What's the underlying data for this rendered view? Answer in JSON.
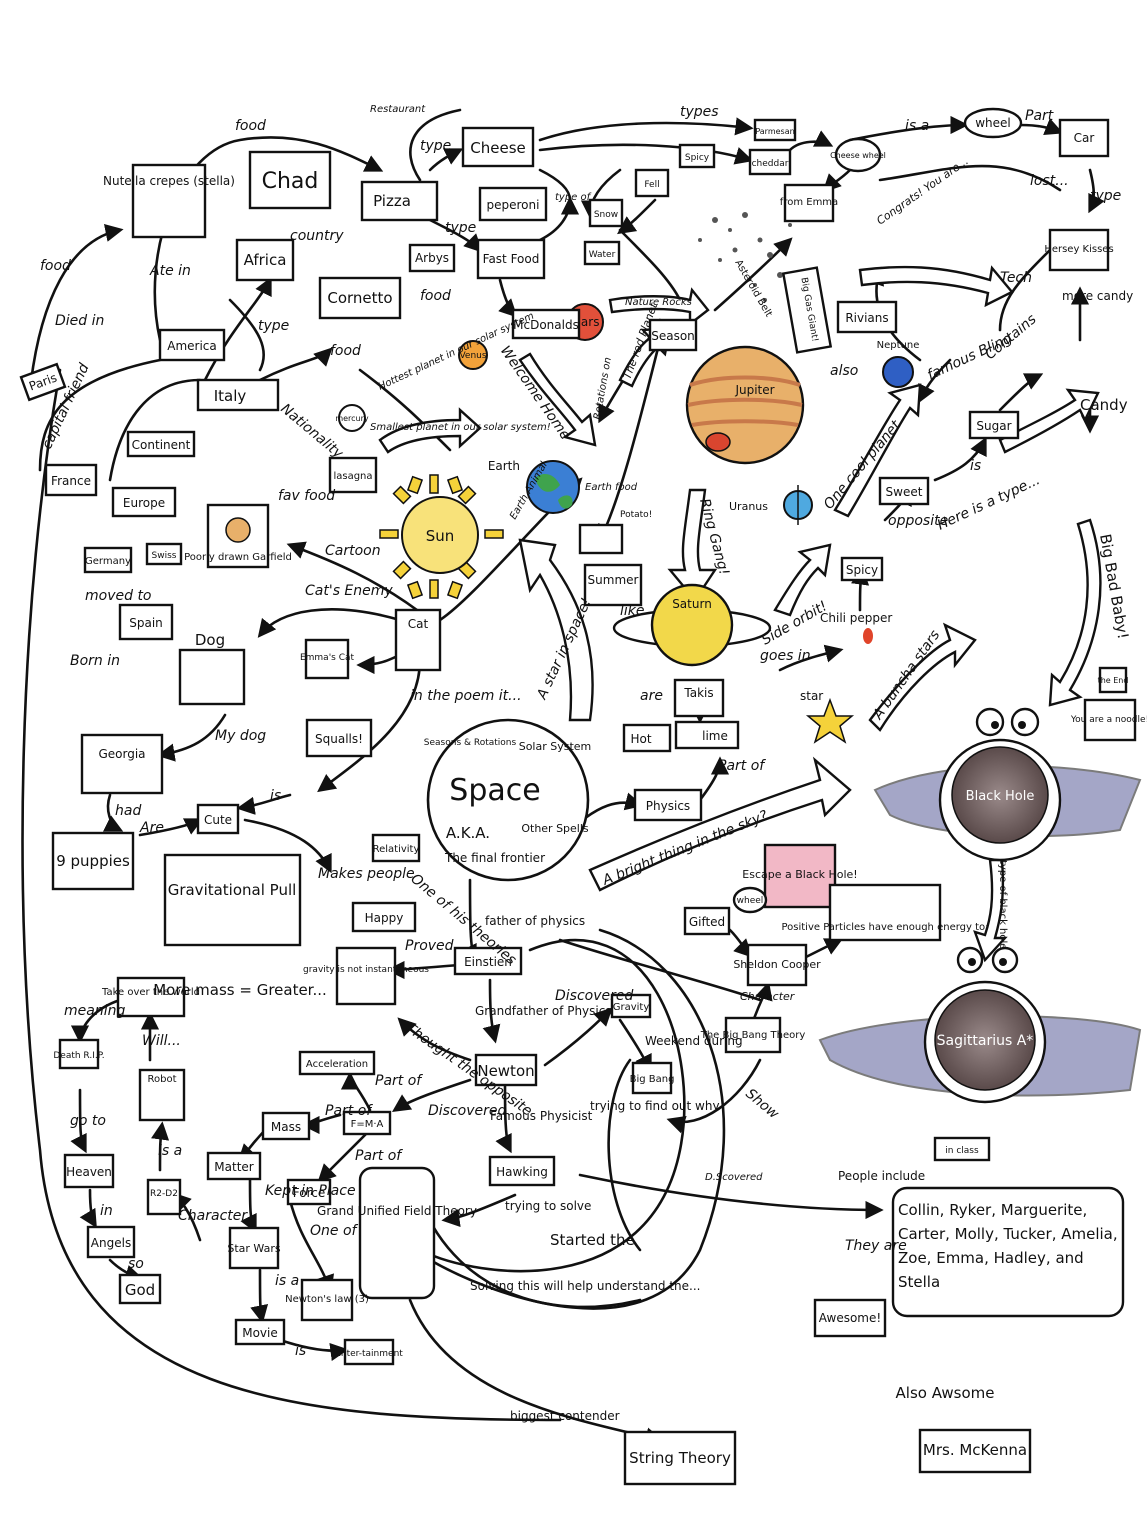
{
  "colors": {
    "ink": "#111111",
    "sun": "#f5d23a",
    "sun_core": "#f8e27a",
    "jupiter": "#e8b06a",
    "jupiter_band": "#c8794a",
    "jupiter_spot": "#d9452f",
    "earth_ocean": "#3b7fd4",
    "earth_land": "#3fa34d",
    "saturn": "#f2d84a",
    "neptune": "#2f5fc4",
    "uranus": "#4fa9e0",
    "mars": "#e2503a",
    "venus": "#f2a23a",
    "black_hole": "#7a6a6a",
    "disk": "#5b5f9a",
    "spicy": "#e0442a",
    "pink": "#f2b8c6"
  },
  "nodes": {
    "space": "Space",
    "aka": "A.K.A.",
    "final_frontier": "The final frontier",
    "solar_system": "Solar System",
    "seasons": "Seasons & Rotations",
    "other_spells": "Other Spells",
    "chad": "Chad",
    "pizza": "Pizza",
    "cheese": "Cheese",
    "pepperoni": "peperoni",
    "fast_food": "Fast Food",
    "arbys": "Arbys",
    "mcdonalds": "McDonalds",
    "nutella": "Nutella crepes (stella)",
    "america": "America",
    "africa": "Africa",
    "cornetto": "Cornetto",
    "italy": "Italy",
    "continent": "Continent",
    "europe": "Europe",
    "france": "France",
    "paris": "Paris",
    "germany": "Germany",
    "spain": "Spain",
    "swiss": "Swiss",
    "lasagna": "lasagna",
    "poorly_garfield": "Poorly drawn Garfield",
    "cat": "Cat",
    "dog": "Dog",
    "georgia": "Georgia",
    "nine_puppies": "9 puppies",
    "cute": "Cute",
    "squalls": "Squalls!",
    "emmas_cat": "Emma's Cat",
    "gravitational_pull": "Gravitational Pull",
    "happy": "Happy",
    "relativity": "Relativity",
    "einstein": "Einstien",
    "father_physics": "father of physics",
    "gravity_not_instant": "gravity is not instantaneous",
    "newton": "Newton",
    "grandfather": "Grandfather of Physics",
    "gravity": "Gravity",
    "big_bang": "Big Bang",
    "weekend_during": "Weekend during",
    "famous_physicist": "Famous Physicist",
    "trying_find": "trying to find out why",
    "hawking": "Hawking",
    "trying_solve": "trying to solve",
    "started_the": "Started the",
    "gut": "Grand Unified Field Theory",
    "solving": "Solving this will help understand the...",
    "string_theory": "String Theory",
    "biggest_contender": "biggest contender",
    "acceleration": "Acceleration",
    "fma": "F=M·A",
    "mass": "Mass",
    "matter": "Matter",
    "force": "Force",
    "newtons_laws": "Newton's law (3)",
    "star_wars": "Star Wars",
    "movie": "Movie",
    "entertainment": "Enter-tainment",
    "r2d2": "R2-D2",
    "robot": "Robot",
    "take_over": "Take over the world",
    "more_mass": "More mass = Greater...",
    "death": "Death R.I.P.",
    "heaven": "Heaven",
    "angels": "Angels",
    "god": "God",
    "sun": "Sun",
    "venus": "Venus",
    "mercury": "mercury",
    "mars": "Mars",
    "jupiter": "Jupiter",
    "saturn": "Saturn",
    "uranus": "Uranus",
    "neptune": "Neptune",
    "season": "Season",
    "potato": "Potato!",
    "summer": "Summer",
    "hot": "Hot",
    "lime": "lime",
    "takis": "Takis",
    "chili": "Chili pepper",
    "spicy": "Spicy",
    "sweet": "Sweet",
    "sugar": "Sugar",
    "candy": "Candy",
    "hershey": "Hersey Kisses",
    "more_candy": "more candy",
    "big_bad_baby": "Big Bad Baby!",
    "rivians": "Rivians",
    "car": "Car",
    "wheel": "wheel",
    "cheese_wheel": "Cheese wheel",
    "from_emma": "from Emma",
    "cheddar": "cheddar",
    "parmesan": "Parmesan",
    "spicy_cheese": "Spicy",
    "fell": "Fell",
    "snow": "Snow",
    "water": "Water",
    "asteroid_belt": "Asteroid Belt",
    "big_gas_giant": "Big Gas Giant!",
    "physics": "Physics",
    "escape_black_hole": "Escape a Black Hole!",
    "positive_particles": "Positive Particles have enough energy to:",
    "gifted": "Gifted",
    "wheel2": "wheel",
    "sheldon": "Sheldon Cooper",
    "big_bang_theory": "The Big Bang Theory",
    "black_hole": "Black Hole",
    "sagittarius": "Sagittarius A*",
    "you_are_noodle": "You are a noodle!",
    "the_end": "the End",
    "classmates": "Collin, Ryker, Marguerite, Carter, Molly, Tucker, Amelia, Zoe, Emma, Hadley, and Stella",
    "awesome": "Awesome!",
    "also_awesome": "Also Awsome",
    "mrs_mckenna": "Mrs. McKenna",
    "people_include": "People include",
    "in_class": "in class",
    "star": "star"
  },
  "labels": {
    "food": "food",
    "died_in": "Died in",
    "ate_in": "Ate in",
    "food2": "food",
    "capital_friend": "capital friend",
    "country": "country",
    "type": "type",
    "type2": "type",
    "type3": "type",
    "food3": "food",
    "food4": "food",
    "nationality": "Nationality",
    "fav_food": "fav food",
    "cartoon": "Cartoon",
    "cats_enemy": "Cat's Enemy",
    "born_in": "Born in",
    "moved_to": "moved to",
    "my_dog": "My dog",
    "had": "had",
    "are": "Are",
    "is": "is",
    "makes_people": "Makes people",
    "in_the_poem": "in the poem it...",
    "one_of_theories": "One of his theories",
    "proved": "Proved",
    "discovered": "Discovered",
    "thought_opposite": "Thought the opposite",
    "part_of": "Part of",
    "part_of2": "Part of",
    "part_of3": "Part of",
    "discovered2": "Discovered",
    "kept_in_place": "Kept in Place",
    "one_of": "One of",
    "is_a": "is a",
    "is_a2": "is a",
    "is_2": "is",
    "character": "Character",
    "character2": "Character",
    "will": "Will...",
    "meaning": "meaning",
    "goto": "go to",
    "in": "in",
    "so": "so",
    "star_in_space": "A star in space!",
    "bright_thing": "A bright thing in the sky?",
    "part_of_physics": "Part of",
    "bunch_stars": "A buncha stars",
    "ring_gang": "Ring Gang!",
    "side_orbit": "Side orbit!",
    "goes_in": "goes in",
    "like": "like",
    "are2": "are",
    "is_3": "is",
    "opposite": "opposite",
    "here_is_type": "Here is a type...",
    "one_cool_planet": "One cool planet",
    "welcome_home": "Welcome Home",
    "smallest_planet": "Smallest planet in our solar system!",
    "hottest_planet": "Hottest planet in our solar system",
    "red_planet": "The red Planet",
    "rotations_on": "Rotations on",
    "earth_food": "Earth food",
    "earth_animal": "Earth Animal",
    "nature_rocks": "Nature Rocks",
    "also": "also",
    "tech": "Tech",
    "contains": "Contains",
    "famous_bling": "famous Bling",
    "congrats": "Congrats! You are...",
    "lost": "lost...",
    "is_a3": "is a",
    "part": "Part",
    "type4": "type",
    "type5": "types",
    "type_of": "type of",
    "restaurant": "Restaurant",
    "d_scovered": "D.Scovered",
    "show": "Show",
    "they_are": "They are",
    "type_black_hole": "type of black hole",
    "earth": "Earth"
  }
}
